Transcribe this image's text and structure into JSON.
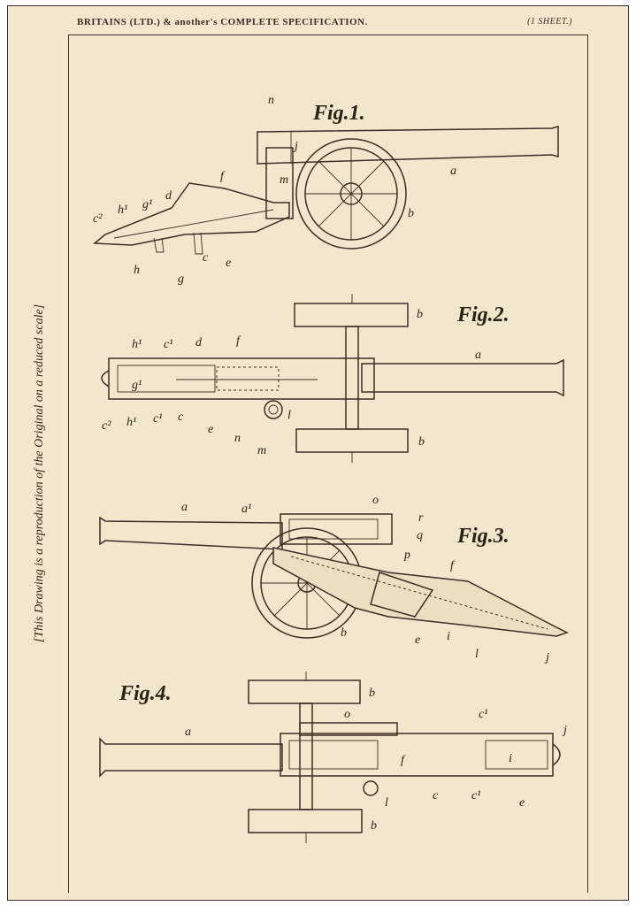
{
  "header": {
    "title": "BRITAINS (LTD.) & another's COMPLETE SPECIFICATION.",
    "sheet": "(1 SHEET.)"
  },
  "side_note": "[This Drawing is a reproduction of the Original on a reduced scale]",
  "figures": {
    "fig1": {
      "label": "Fig.1.",
      "letters": [
        "n",
        "j",
        "a",
        "m",
        "f",
        "c²",
        "h¹",
        "g¹",
        "d",
        "h",
        "g",
        "c",
        "e",
        "b"
      ]
    },
    "fig2": {
      "label": "Fig.2.",
      "letters": [
        "h¹",
        "c¹",
        "d",
        "f",
        "a",
        "b",
        "g¹",
        "c²",
        "h¹",
        "c¹",
        "c",
        "e",
        "n",
        "l",
        "m",
        "b"
      ]
    },
    "fig3": {
      "label": "Fig.3.",
      "letters": [
        "a",
        "a¹",
        "o",
        "r",
        "q",
        "p",
        "f",
        "b",
        "e",
        "i",
        "l",
        "j"
      ]
    },
    "fig4": {
      "label": "Fig.4.",
      "letters": [
        "b",
        "a",
        "o",
        "c¹",
        "j",
        "f",
        "i",
        "l",
        "c",
        "c¹",
        "e",
        "b"
      ]
    }
  }
}
